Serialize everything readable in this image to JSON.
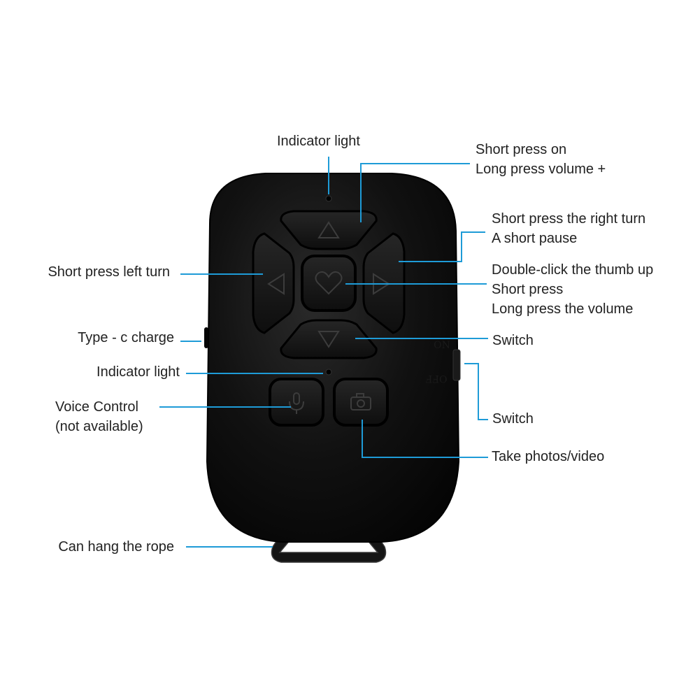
{
  "colors": {
    "leader": "#1e9bd7",
    "body": "#0b0b0b",
    "button": "#141414",
    "outline": "#2b2b2b",
    "background": "#ffffff",
    "text": "#222222"
  },
  "icons": [
    "arrow-up-icon",
    "arrow-left-icon",
    "arrow-right-icon",
    "arrow-down-icon",
    "heart-icon",
    "microphone-icon",
    "camera-icon"
  ],
  "device": {
    "switch_on": "ON",
    "switch_off": "OFF"
  },
  "callouts": {
    "indicator_top": [
      "Indicator light"
    ],
    "up_button": [
      "Short press on",
      "Long press volume +"
    ],
    "right_button": [
      "Short press the right turn",
      "A short pause"
    ],
    "center_button": [
      "Double-click the thumb up",
      "Short press",
      "Long press the volume"
    ],
    "down_button": [
      "Switch"
    ],
    "power_switch": [
      "Switch"
    ],
    "camera_button": [
      "Take photos/video"
    ],
    "left_button": [
      "Short press left turn"
    ],
    "usb_port": [
      "Type - c charge"
    ],
    "indicator_mid": [
      "Indicator light"
    ],
    "voice_button": [
      "Voice Control",
      "(not available)"
    ],
    "rope_loop": [
      "Can hang the rope"
    ]
  }
}
